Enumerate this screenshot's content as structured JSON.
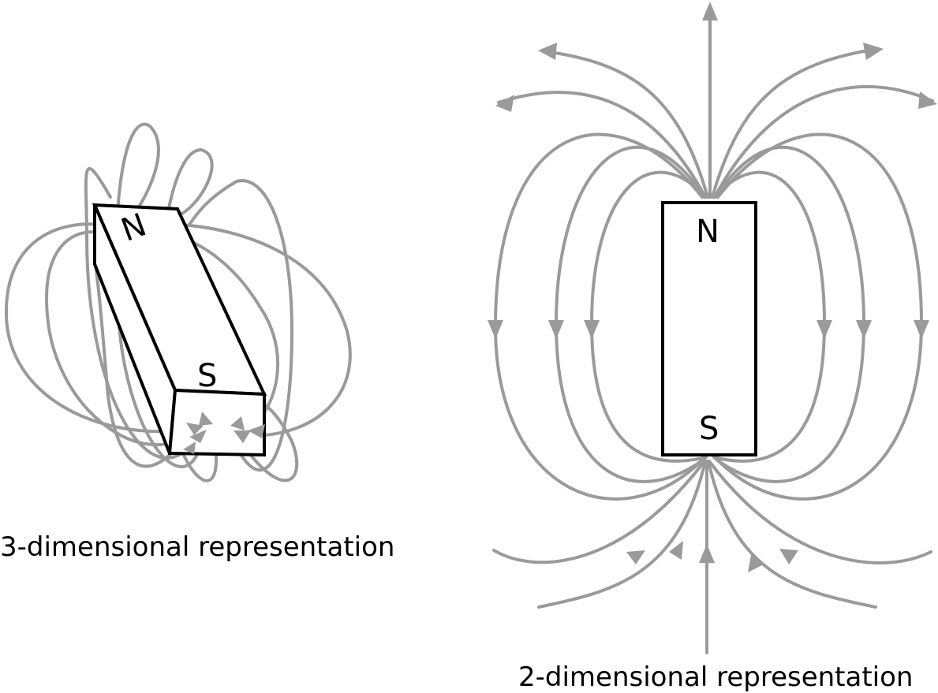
{
  "left_panel": {
    "caption": "3-dimensional representation",
    "north_label": "N",
    "south_label": "S"
  },
  "right_panel": {
    "caption": "2-dimensional representation",
    "north_label": "N",
    "south_label": "S"
  },
  "colors": {
    "field_lines": "#9a9a9a",
    "magnet_outline": "#000000",
    "background": "#ffffff"
  }
}
